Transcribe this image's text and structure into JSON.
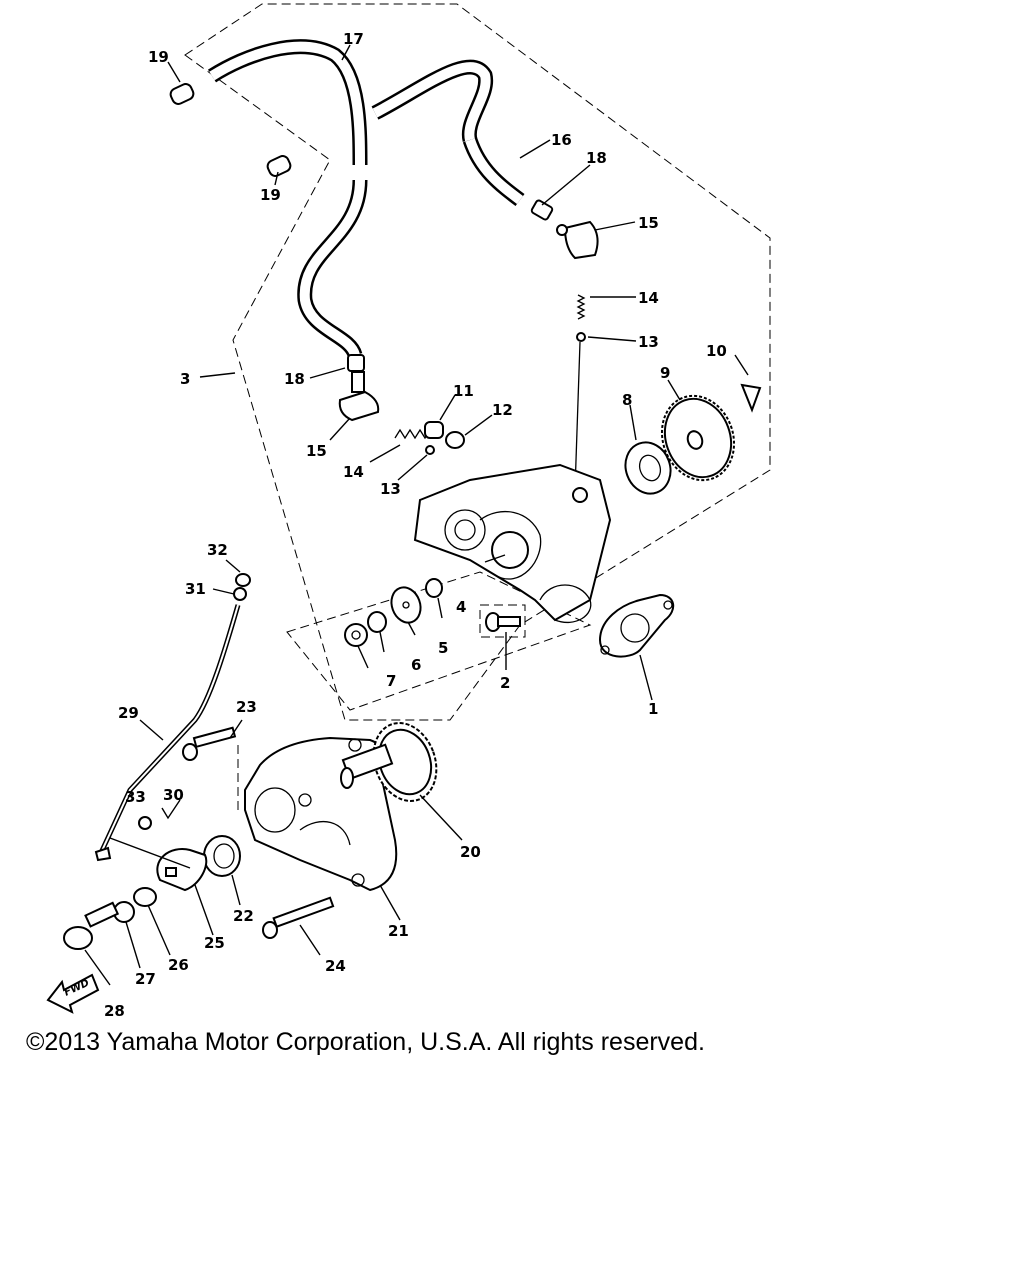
{
  "callouts": {
    "c1": "1",
    "c2": "2",
    "c3": "3",
    "c4": "4",
    "c5": "5",
    "c6": "6",
    "c7": "7",
    "c8": "8",
    "c9": "9",
    "c10": "10",
    "c11": "11",
    "c12": "12",
    "c13a": "13",
    "c13b": "13",
    "c14a": "14",
    "c14b": "14",
    "c15a": "15",
    "c15b": "15",
    "c16": "16",
    "c17": "17",
    "c18a": "18",
    "c18b": "18",
    "c19a": "19",
    "c19b": "19",
    "c20": "20",
    "c21": "21",
    "c22": "22",
    "c23": "23",
    "c24": "24",
    "c25": "25",
    "c26": "26",
    "c27": "27",
    "c28": "28",
    "c29": "29",
    "c30": "30",
    "c31": "31",
    "c32": "32",
    "c33": "33"
  },
  "fwd_label": "FWD",
  "copyright": "©2013 Yamaha Motor Corporation, U.S.A. All rights reserved."
}
